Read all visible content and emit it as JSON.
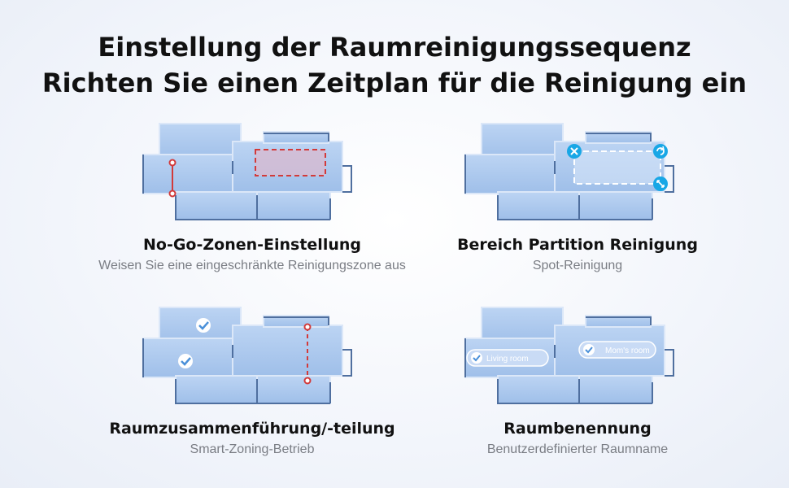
{
  "headline": {
    "line1": "Einstellung der Raumreinigungssequenz",
    "line2": "Richten Sie einen Zeitplan für die Reinigung ein"
  },
  "features": [
    {
      "title": "No-Go-Zonen-Einstellung",
      "subtitle": "Weisen Sie eine eingeschränkte Reinigungszone aus"
    },
    {
      "title": "Bereich Partition Reinigung",
      "subtitle": "Spot-Reinigung",
      "icons": [
        "close-icon",
        "rotate-icon",
        "resize-icon"
      ]
    },
    {
      "title": "Raumzusammenführung/-teilung",
      "subtitle": "Smart-Zoning-Betrieb",
      "icons": [
        "check-icon",
        "check-icon"
      ]
    },
    {
      "title": "Raumbenennung",
      "subtitle": "Benutzerdefinierter Raumname",
      "room_labels": [
        "Living room",
        "Mom's room"
      ]
    }
  ],
  "colors": {
    "room_fill": "#a9c6ec",
    "room_edge": "#4f6f9f",
    "no_go": "#d23a3a",
    "accent": "#18a7e6"
  }
}
